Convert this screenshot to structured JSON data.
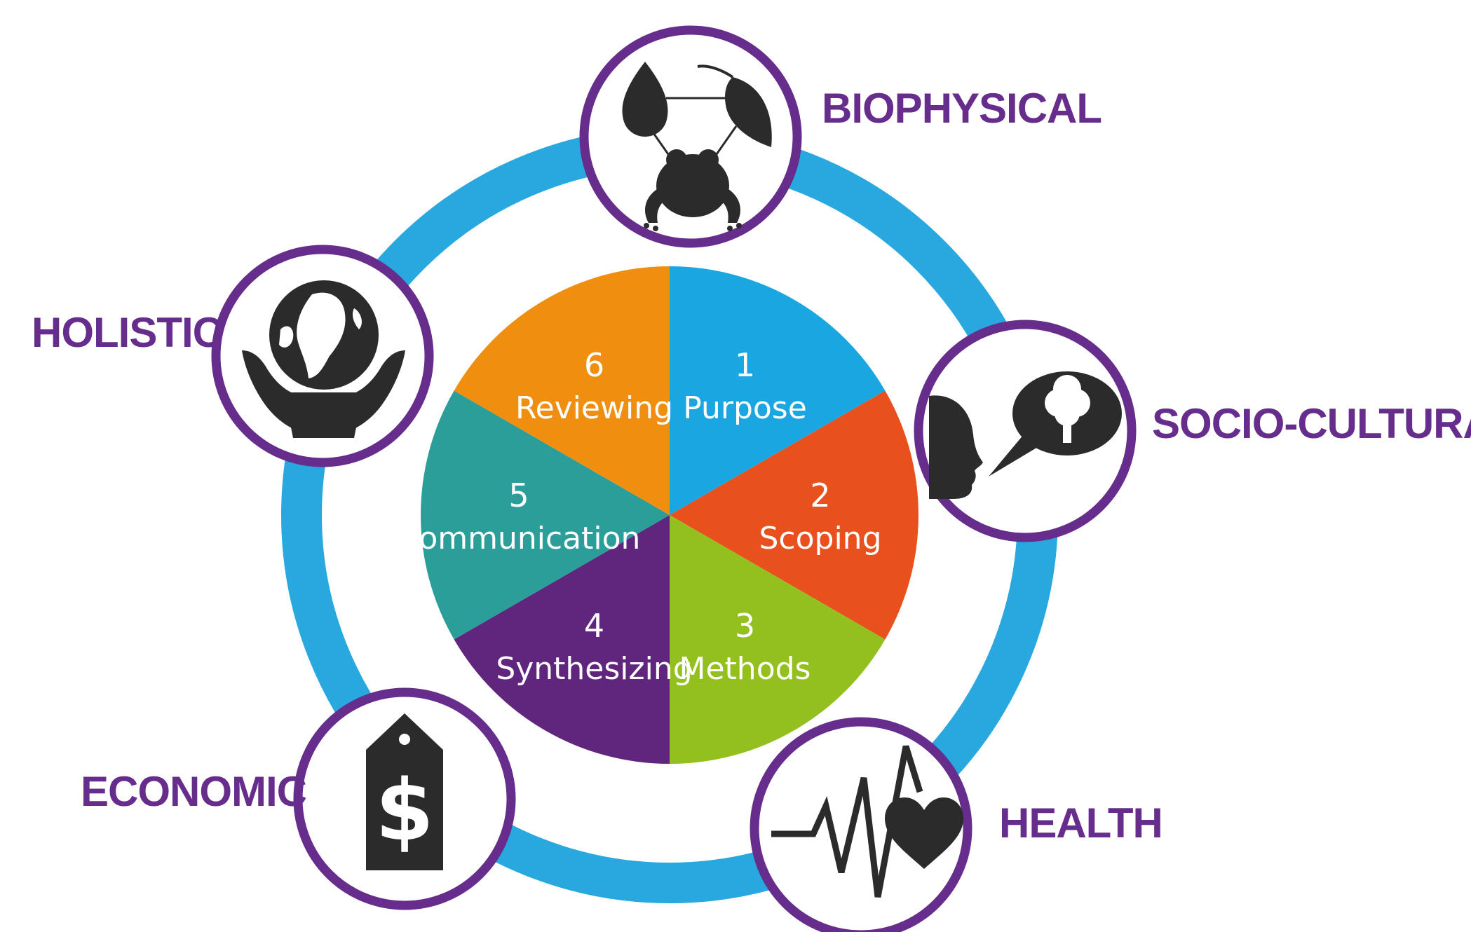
{
  "colors": {
    "ring": "#29a8e0",
    "circle_border": "#662d8c",
    "label_text": "#662d8c",
    "icon": "#2b2b2b",
    "segment_text": "#ffffff"
  },
  "segments": [
    {
      "number": "1",
      "label": "Purpose",
      "color": "#1aa6e1"
    },
    {
      "number": "2",
      "label": "Scoping",
      "color": "#e8501d"
    },
    {
      "number": "3",
      "label": "Methods",
      "color": "#93c01f"
    },
    {
      "number": "4",
      "label": "Synthesizing",
      "color": "#60267e"
    },
    {
      "number": "5",
      "label": "Communication",
      "color": "#2b9e99"
    },
    {
      "number": "6",
      "label": "Reviewing",
      "color": "#f08f0f"
    }
  ],
  "dimensions": [
    {
      "label": "BIOPHYSICAL",
      "icon": "frog-water-drop-leaf-icon"
    },
    {
      "label": "SOCIO-CULTURAL",
      "icon": "person-speech-bubble-tree-icon"
    },
    {
      "label": "HEALTH",
      "icon": "heartbeat-heart-icon"
    },
    {
      "label": "ECONOMIC",
      "icon": "dollar-price-tag-icon"
    },
    {
      "label": "HOLISTIC",
      "icon": "hands-holding-globe-icon"
    }
  ]
}
